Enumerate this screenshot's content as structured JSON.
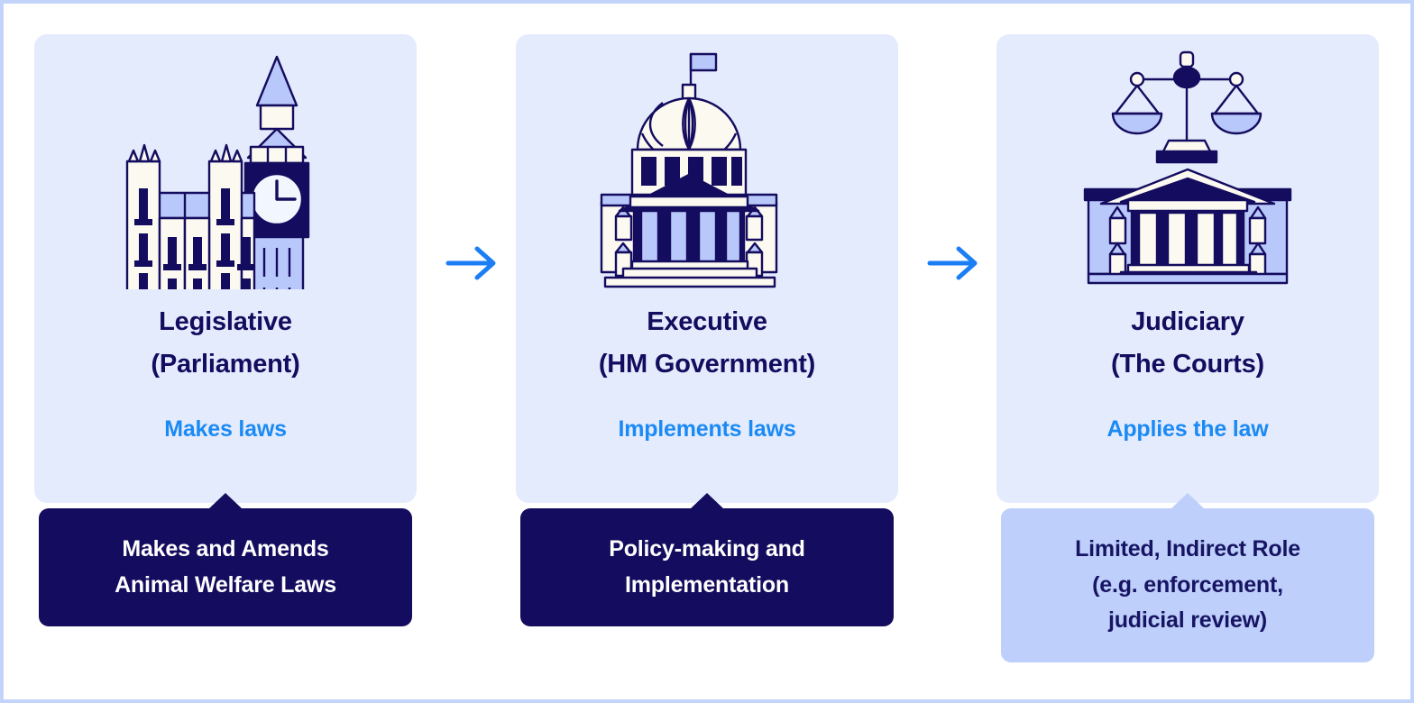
{
  "theme": {
    "page_bg": "#ffffff",
    "page_border": "#c3d4fb",
    "card_bg": "#e4ebfd",
    "title_color": "#140c5e",
    "subtitle_color": "#1b8af5",
    "callout_dark_bg": "#140c5e",
    "callout_dark_text": "#ffffff",
    "callout_light_bg": "#bdcffa",
    "callout_light_text": "#181464",
    "arrow_color": "#1b7ef5",
    "icon_navy": "#140c5e",
    "icon_light_blue": "#b9c8fb",
    "icon_cream": "#fbf9f0"
  },
  "columns": [
    {
      "icon_name": "parliament-clock-tower-icon",
      "title_line_1": "Legislative",
      "title_line_2": "(Parliament)",
      "subtitle": "Makes laws",
      "callout_style": "dark",
      "callout_lines": [
        "Makes and Amends",
        "Animal Welfare Laws"
      ]
    },
    {
      "icon_name": "domed-government-building-icon",
      "title_line_1": "Executive",
      "title_line_2": "(HM Government)",
      "subtitle": "Implements laws",
      "callout_style": "dark",
      "callout_lines": [
        "Policy-making and",
        "Implementation"
      ]
    },
    {
      "icon_name": "scales-of-justice-courthouse-icon",
      "title_line_1": "Judiciary",
      "title_line_2": "(The Courts)",
      "subtitle": "Applies the law",
      "callout_style": "light",
      "callout_lines": [
        "Limited, Indirect Role",
        "(e.g. enforcement,",
        "judicial review)"
      ]
    }
  ],
  "connectors": [
    {
      "name": "arrow-legislative-to-executive",
      "glyph": "→"
    },
    {
      "name": "arrow-executive-to-judiciary",
      "glyph": "→"
    }
  ]
}
